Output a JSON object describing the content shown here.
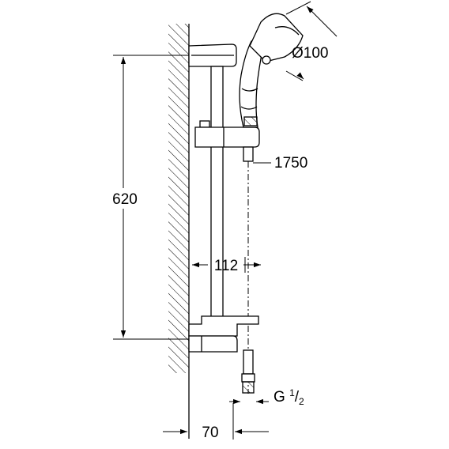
{
  "dimensions": {
    "height_label": "620",
    "head_diameter_label": "Ø100",
    "hose_length_label": "1750",
    "depth_label": "112",
    "wall_offset_label": "70",
    "thread_label_main": "G ",
    "thread_numerator": "1",
    "thread_slash": "/",
    "thread_denominator": "2"
  },
  "colors": {
    "line": "#000000",
    "background": "#ffffff"
  }
}
